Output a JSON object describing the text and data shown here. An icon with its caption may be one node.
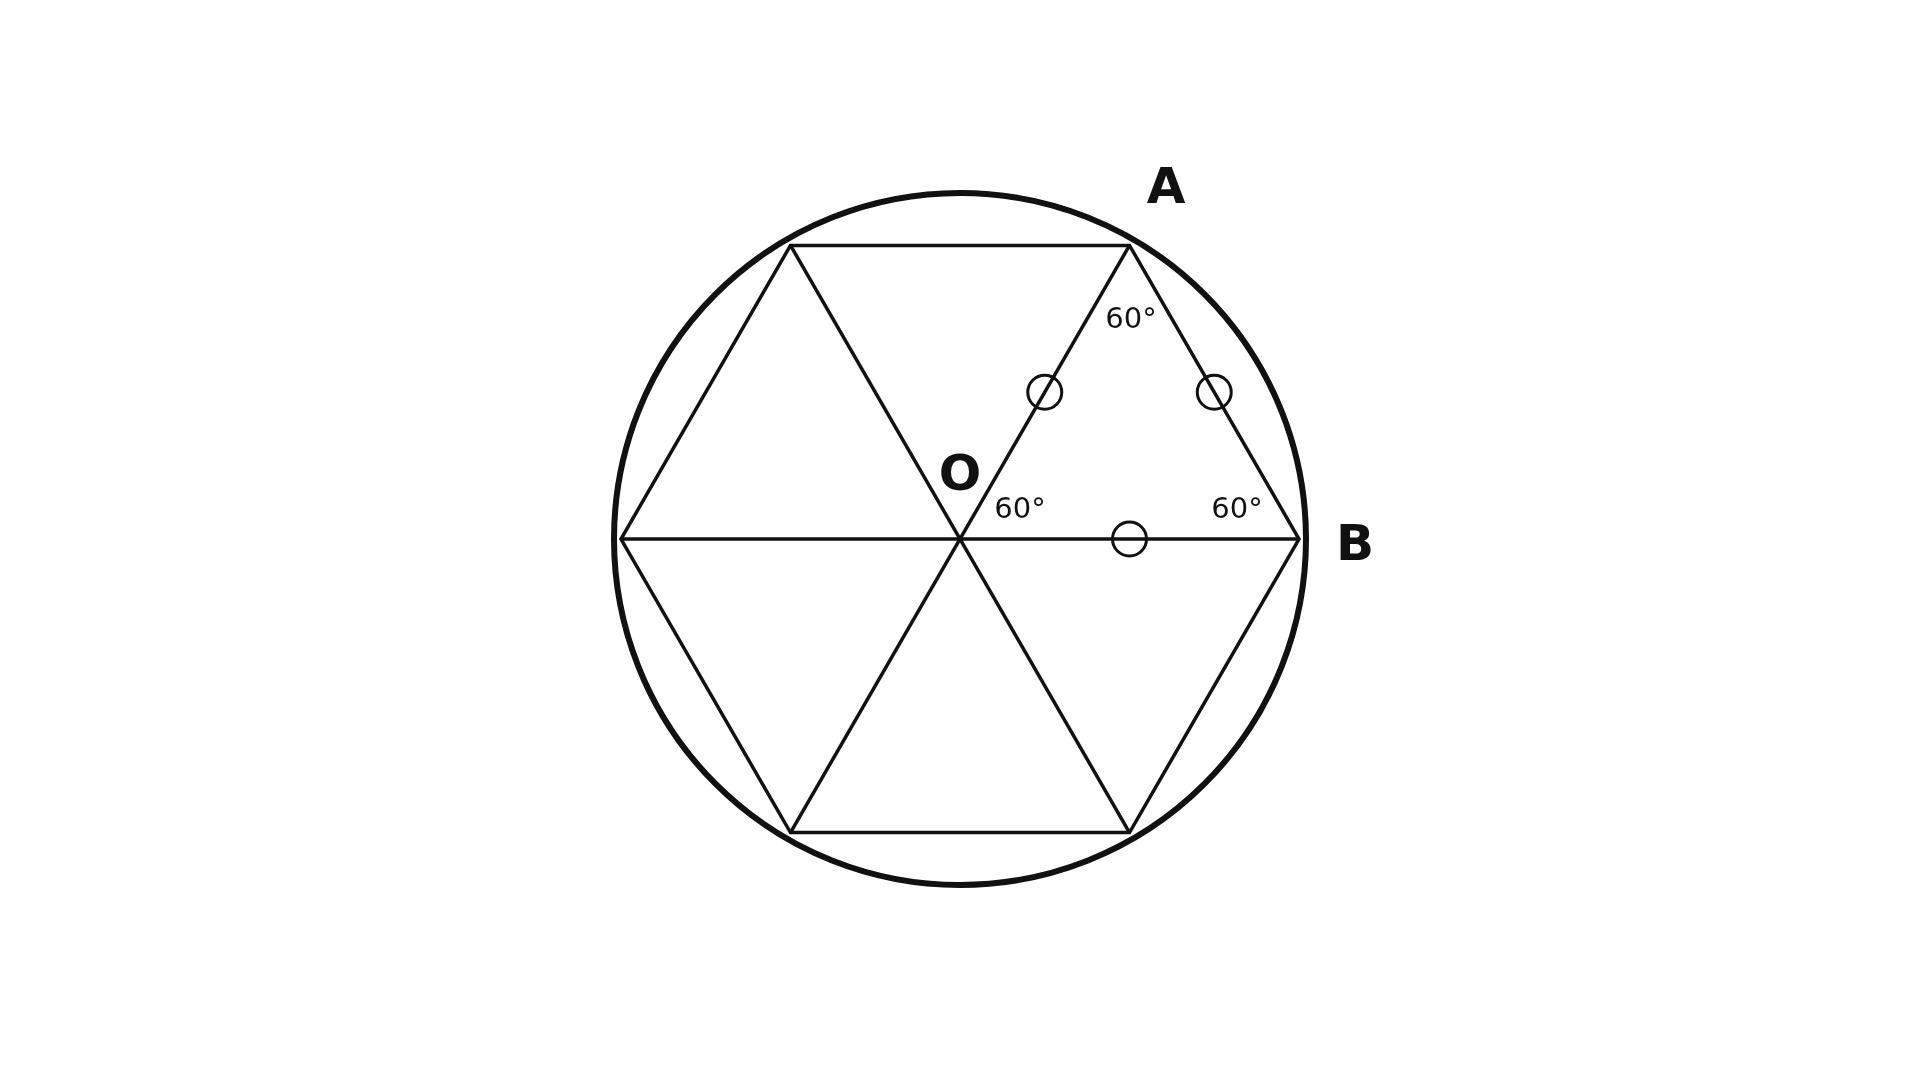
{
  "diagram": {
    "labels": [
      "A",
      "60°",
      "O",
      "60°",
      "60°",
      "B"
    ]
  }
}
